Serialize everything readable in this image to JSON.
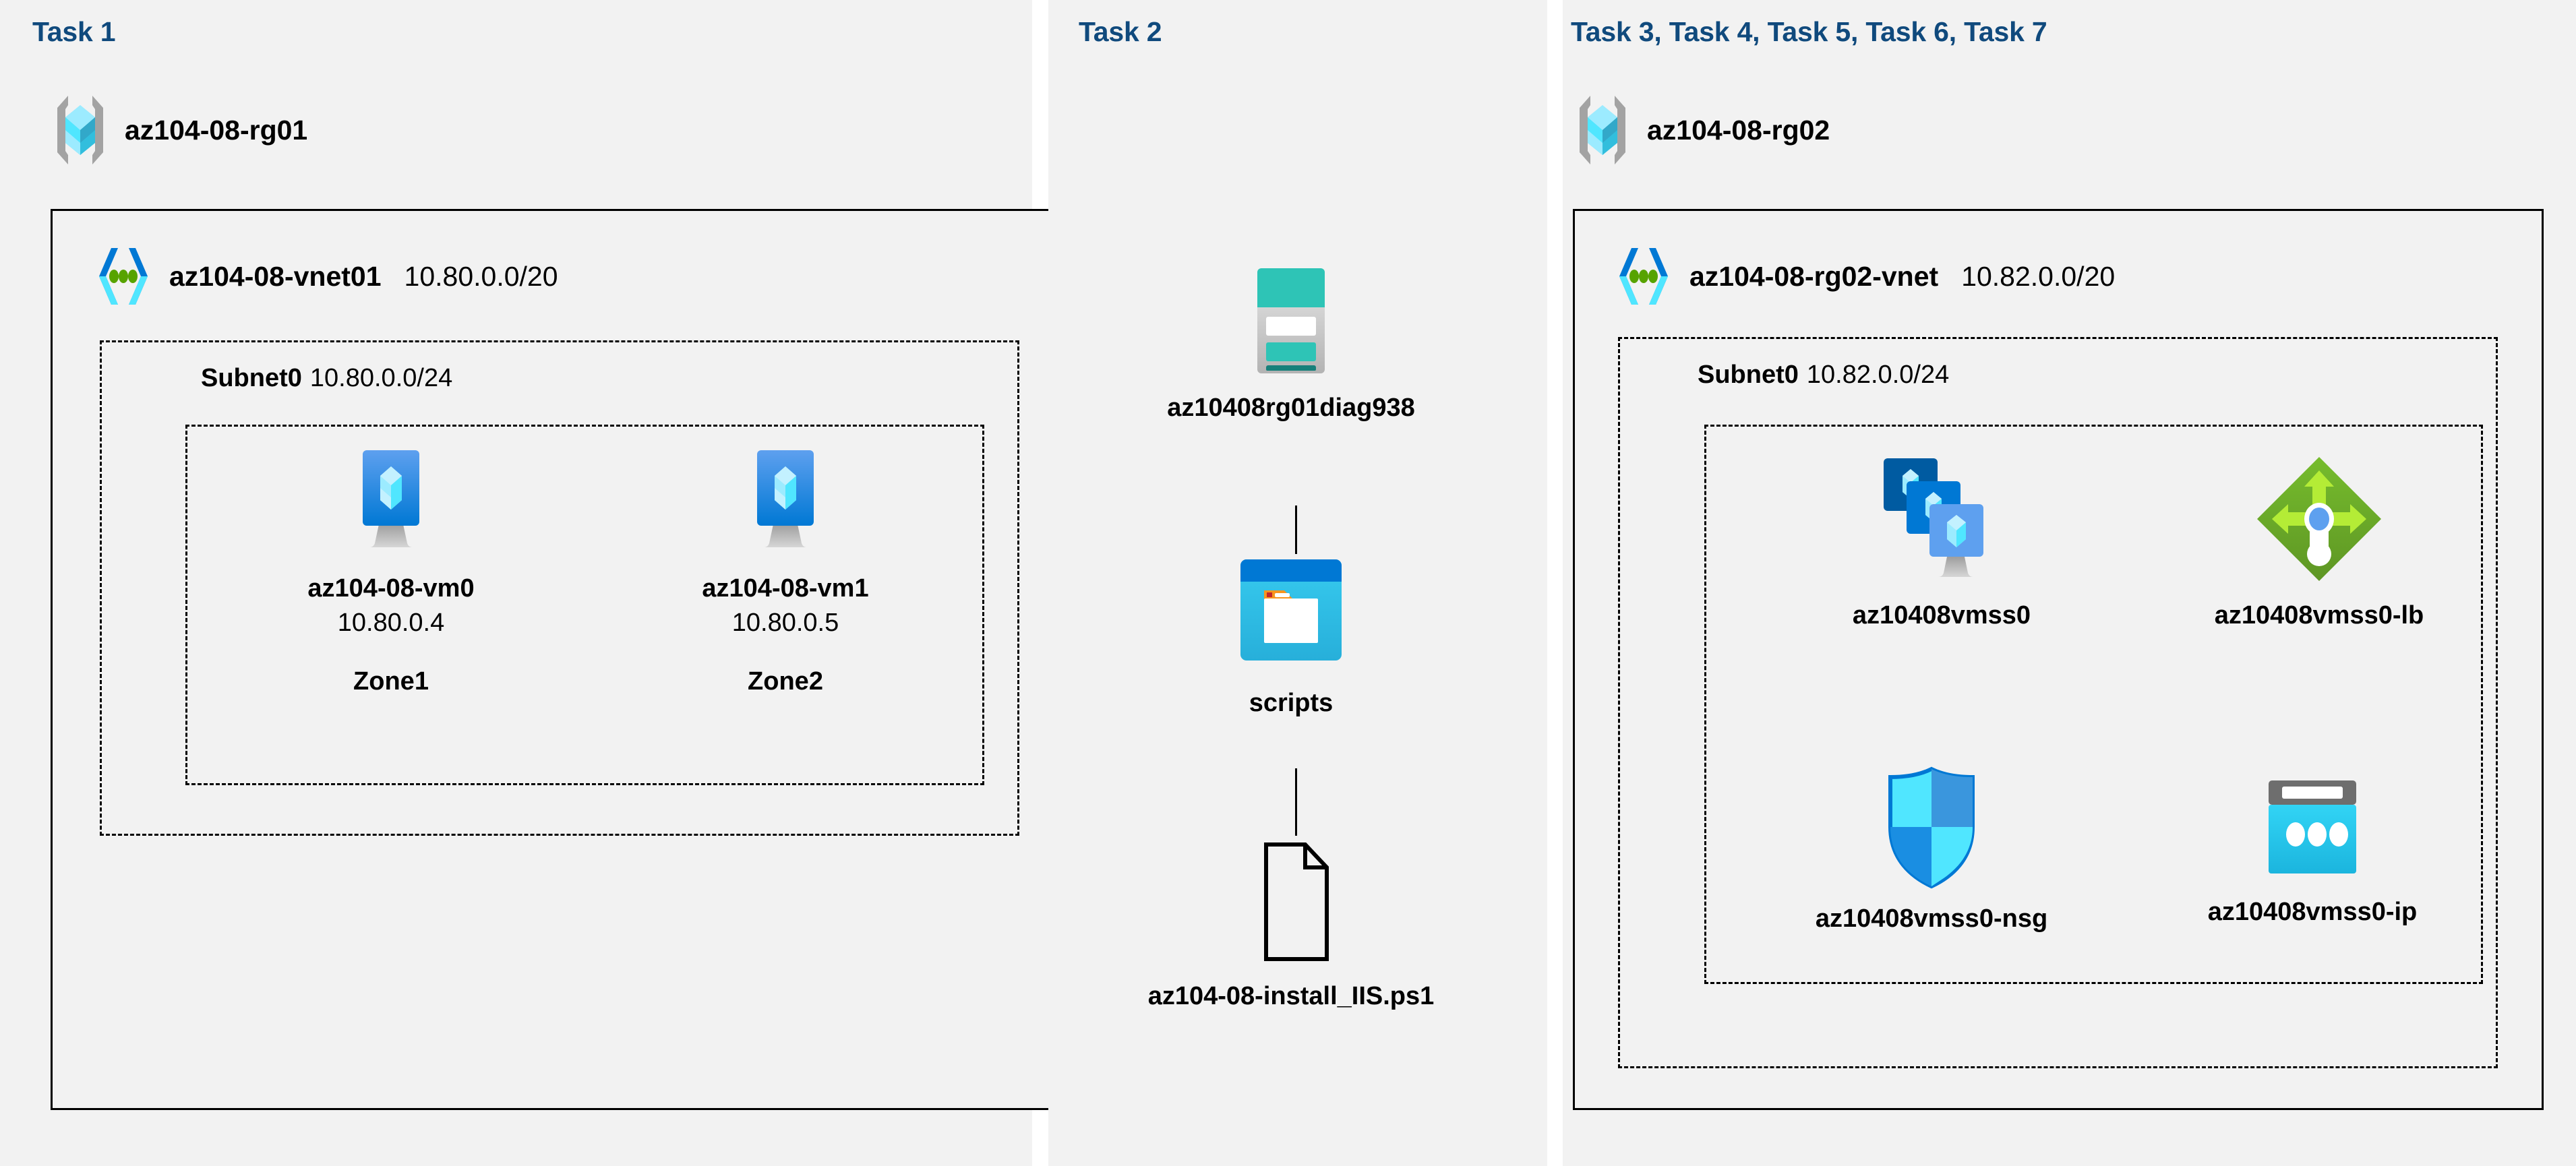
{
  "diagram": {
    "title": "AZ-104 Lab 08 Azure architecture",
    "background": "#ffffff",
    "panel_background": "#f2f2f2",
    "heading_color": "#104A7D"
  },
  "panels": [
    {
      "id": "task1",
      "heading": "Task 1"
    },
    {
      "id": "task2",
      "heading": "Task 2"
    },
    {
      "id": "task3",
      "heading": "Task 3, Task 4, Task 5, Task 6, Task 7"
    }
  ],
  "resource_groups": [
    {
      "id": "rg01",
      "name": "az104-08-rg01",
      "icon": "resource-group-icon"
    },
    {
      "id": "rg02",
      "name": "az104-08-rg02",
      "icon": "resource-group-icon"
    }
  ],
  "vnets": [
    {
      "id": "vnet01",
      "name": "az104-08-vnet01",
      "cidr": "10.80.0.0/20",
      "icon": "virtual-network-icon"
    },
    {
      "id": "rg02vnet",
      "name": "az104-08-rg02-vnet",
      "cidr": "10.82.0.0/20",
      "icon": "virtual-network-icon"
    }
  ],
  "subnets": [
    {
      "id": "subnet0-a",
      "name": "Subnet0",
      "cidr": "10.80.0.0/24"
    },
    {
      "id": "subnet0-b",
      "name": "Subnet0",
      "cidr": "10.82.0.0/24"
    }
  ],
  "nodes": {
    "vm0": {
      "name": "az104-08-vm0",
      "ip": "10.80.0.4",
      "zone": "Zone1",
      "icon": "virtual-machine-icon"
    },
    "vm1": {
      "name": "az104-08-vm1",
      "ip": "10.80.0.5",
      "zone": "Zone2",
      "icon": "virtual-machine-icon"
    },
    "storage": {
      "name": "az10408rg01diag938",
      "icon": "storage-account-icon"
    },
    "container": {
      "name": "scripts",
      "icon": "blob-container-icon"
    },
    "script": {
      "name": "az104-08-install_IIS.ps1",
      "icon": "file-icon"
    },
    "vmss": {
      "name": "az10408vmss0",
      "icon": "vm-scale-set-icon"
    },
    "lb": {
      "name": "az10408vmss0-lb",
      "icon": "load-balancer-icon"
    },
    "nsg": {
      "name": "az10408vmss0-nsg",
      "icon": "network-security-group-icon"
    },
    "pip": {
      "name": "az10408vmss0-ip",
      "icon": "public-ip-address-icon"
    }
  },
  "colors": {
    "azure_blue": "#0078D4",
    "cyan": "#32BEDD",
    "light_cyan": "#9CEBFF",
    "teal": "#2EC4B6",
    "dark_teal": "#17807A",
    "green": "#5E9624",
    "light_green": "#B4EC36",
    "orange": "#F7941E",
    "grey": "#949494",
    "black": "#000000"
  }
}
